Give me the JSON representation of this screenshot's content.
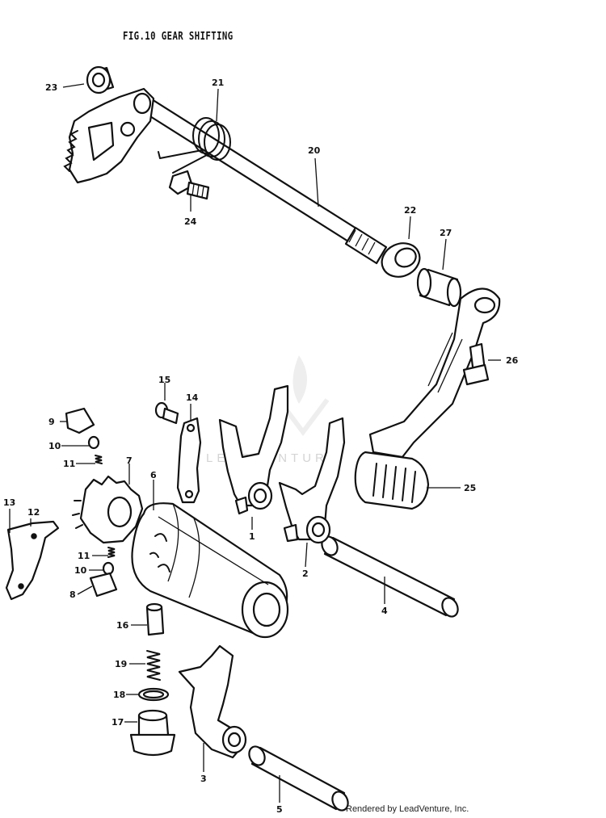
{
  "figure_title": "FIG.10  GEAR SHIFTING",
  "credit": "Rendered by LeadVenture, Inc.",
  "watermark": "LEADVENTURE",
  "part_labels": {
    "p1": "1",
    "p2": "2",
    "p3": "3",
    "p4": "4",
    "p5": "5",
    "p6": "6",
    "p7": "7",
    "p8": "8",
    "p9": "9",
    "p10a": "10",
    "p10b": "10",
    "p11a": "11",
    "p11b": "11",
    "p12": "12",
    "p13": "13",
    "p14": "14",
    "p15": "15",
    "p16": "16",
    "p17": "17",
    "p18": "18",
    "p19": "19",
    "p20": "20",
    "p21": "21",
    "p22": "22",
    "p23": "23",
    "p24": "24",
    "p25": "25",
    "p26": "26",
    "p27": "27"
  }
}
